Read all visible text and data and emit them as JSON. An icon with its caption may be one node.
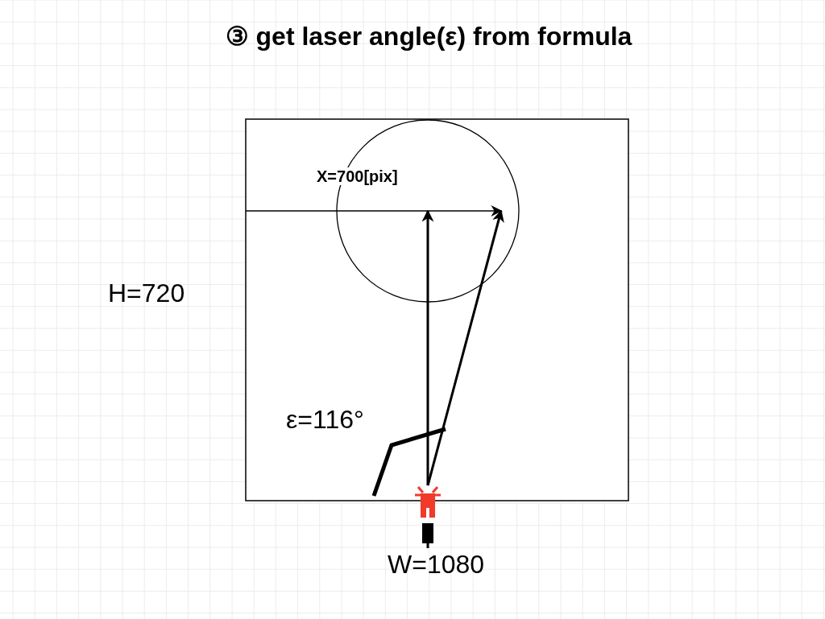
{
  "diagram": {
    "title": "③ get laser angle(ε) from formula",
    "nodes": [
      {
        "text": [],
        "shape": "picture"
      },
      {
        "text": [],
        "shape": "circle"
      }
    ],
    "edges": [
      {
        "from": 0,
        "to": 1,
        "arrow": "to"
      },
      {
        "from": 0,
        "to": 1,
        "arrow": "to"
      },
      {
        "from": null,
        "to": 1,
        "arrow": "to"
      }
    ],
    "labels": [
      "X=700[pix]",
      "H=720",
      "ε=116°",
      "W=1080"
    ]
  }
}
